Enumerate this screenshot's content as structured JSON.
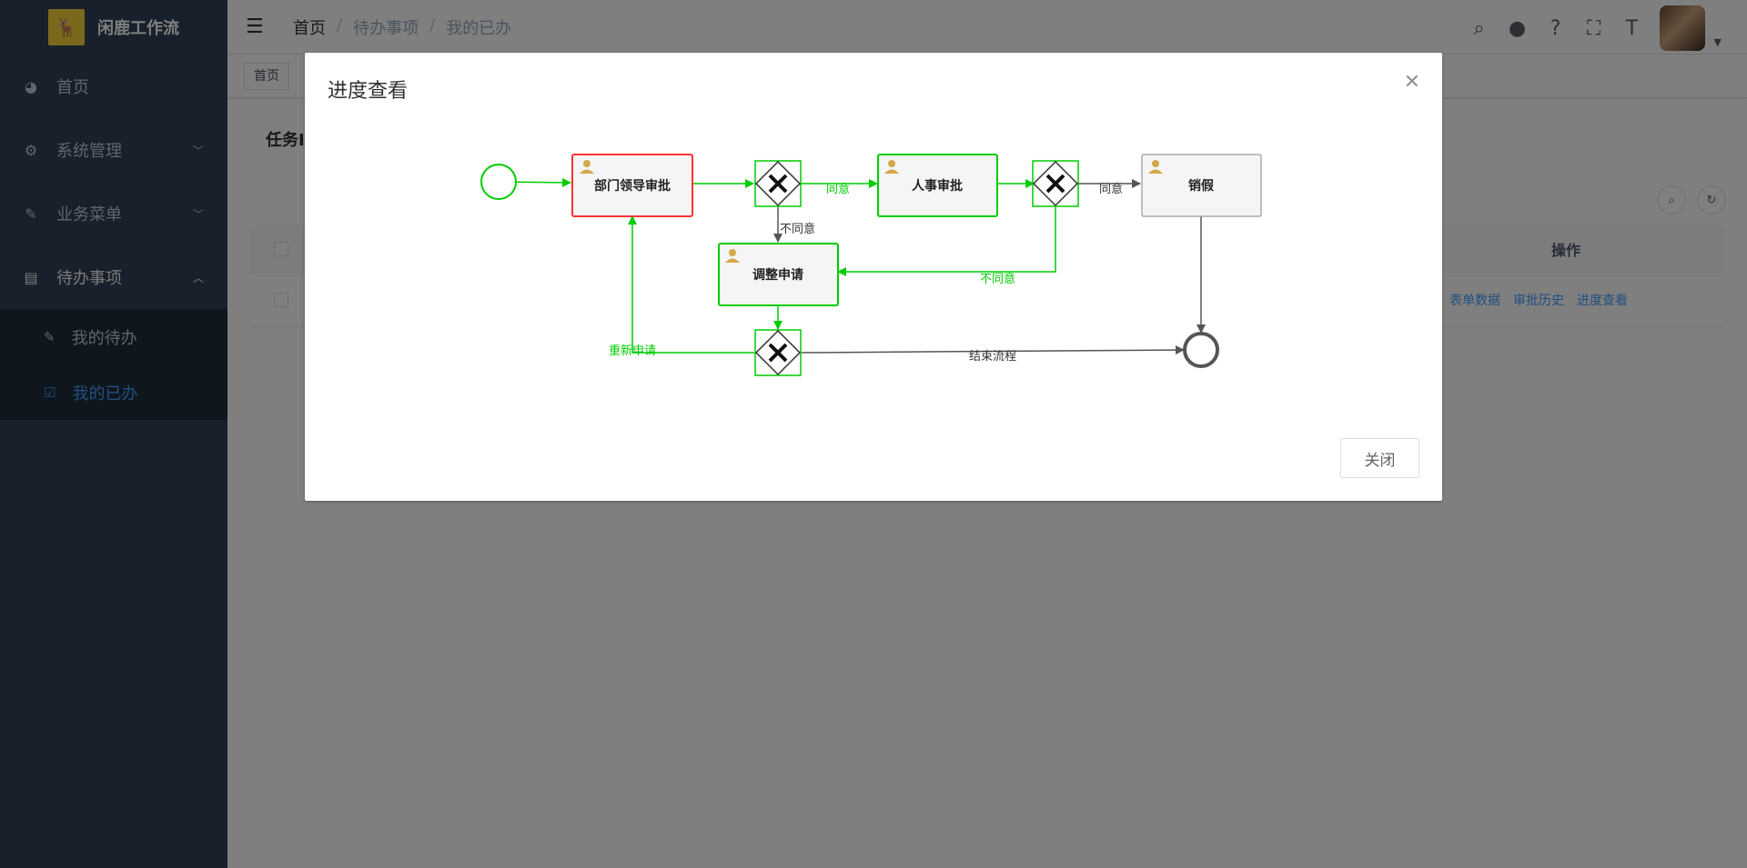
{
  "app": {
    "title": "闲鹿工作流"
  },
  "sidebar": {
    "items": [
      {
        "label": "首页",
        "icon": "dashboard-icon"
      },
      {
        "label": "系统管理",
        "icon": "gear-icon"
      },
      {
        "label": "业务菜单",
        "icon": "edit-icon"
      },
      {
        "label": "待办事项",
        "icon": "todo-icon"
      }
    ],
    "subitems": [
      {
        "label": "我的待办",
        "icon": "edit-icon"
      },
      {
        "label": "我的已办",
        "icon": "checkbox-icon"
      }
    ]
  },
  "header": {
    "breadcrumb": [
      "首页",
      "待办事项",
      "我的已办"
    ]
  },
  "tags": [
    "首页"
  ],
  "page": {
    "card_title": "任务I",
    "table_op_header": "操作",
    "row_ops": [
      "表单数据",
      "审批历史",
      "进度查看"
    ]
  },
  "dialog": {
    "title": "进度查看",
    "close_label": "关闭",
    "nodes": {
      "dept": "部门领导审批",
      "hr": "人事审批",
      "cancel": "销假",
      "adjust": "调整申请"
    },
    "edges": {
      "agree1": "同意",
      "agree2": "同意",
      "disagree1": "不同意",
      "disagree2": "不同意",
      "reapply": "重新申请",
      "end": "结束流程"
    }
  },
  "colors": {
    "sidebar_bg": "#304156",
    "active": "#409eff",
    "flow_green": "#00cc00",
    "current_red": "#ff3333",
    "flow_gray": "#555555"
  }
}
